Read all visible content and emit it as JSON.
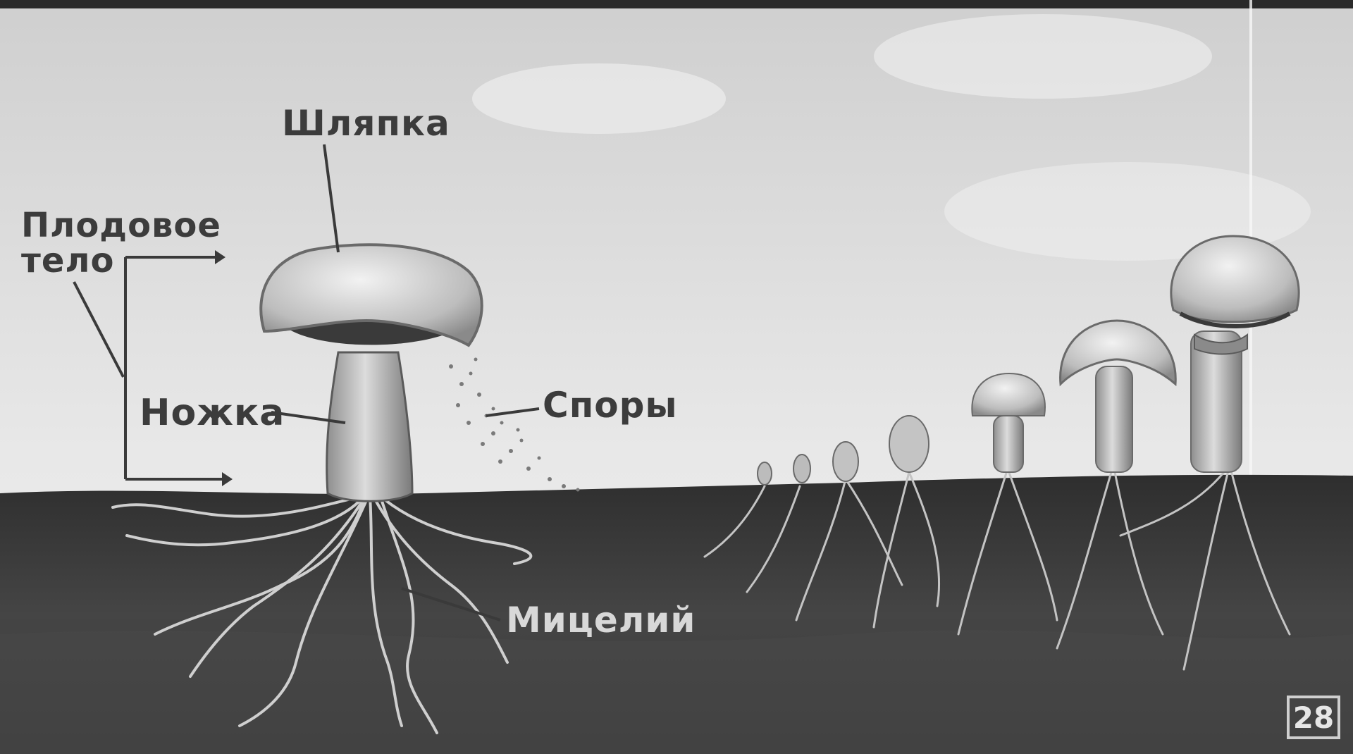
{
  "labels": {
    "cap": "Шляпка",
    "fruiting_body_line1": "Плодовое",
    "fruiting_body_line2": "тело",
    "stem": "Ножка",
    "spores": "Споры",
    "mycelium": "Мицелий"
  },
  "frame_number": "28",
  "colors": {
    "sky": "#e2e2e2",
    "soil": "#3a3a3a",
    "mushroom": "#c9c9c9",
    "text_dark": "#3c3c3c",
    "text_light": "#d8d8d8"
  }
}
